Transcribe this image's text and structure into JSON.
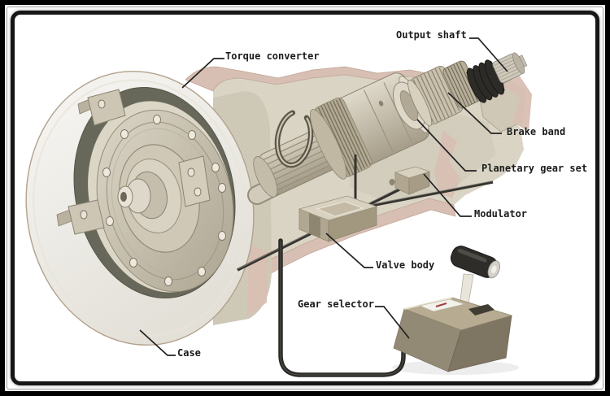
{
  "labels": {
    "torque_converter": "Torque converter",
    "output_shaft": "Output shaft",
    "brake_band": "Brake band",
    "planetary_gear_set": "Planetary gear set",
    "modulator": "Modulator",
    "valve_body": "Valve body",
    "gear_selector": "Gear selector",
    "case": "Case"
  },
  "colors": {
    "frame": "#000000",
    "background": "#ffffff",
    "case_cut_pink": "#d8bfb3",
    "case_interior_beige": "#dbd5c6",
    "metal_light": "#d9d3c3",
    "metal_dark_ring": "#68685a",
    "boot_black": "#2c2b27",
    "selector_khaki": "#b7ac91",
    "cable_black": "#2b2a26",
    "label_text": "#1b1b1b"
  }
}
